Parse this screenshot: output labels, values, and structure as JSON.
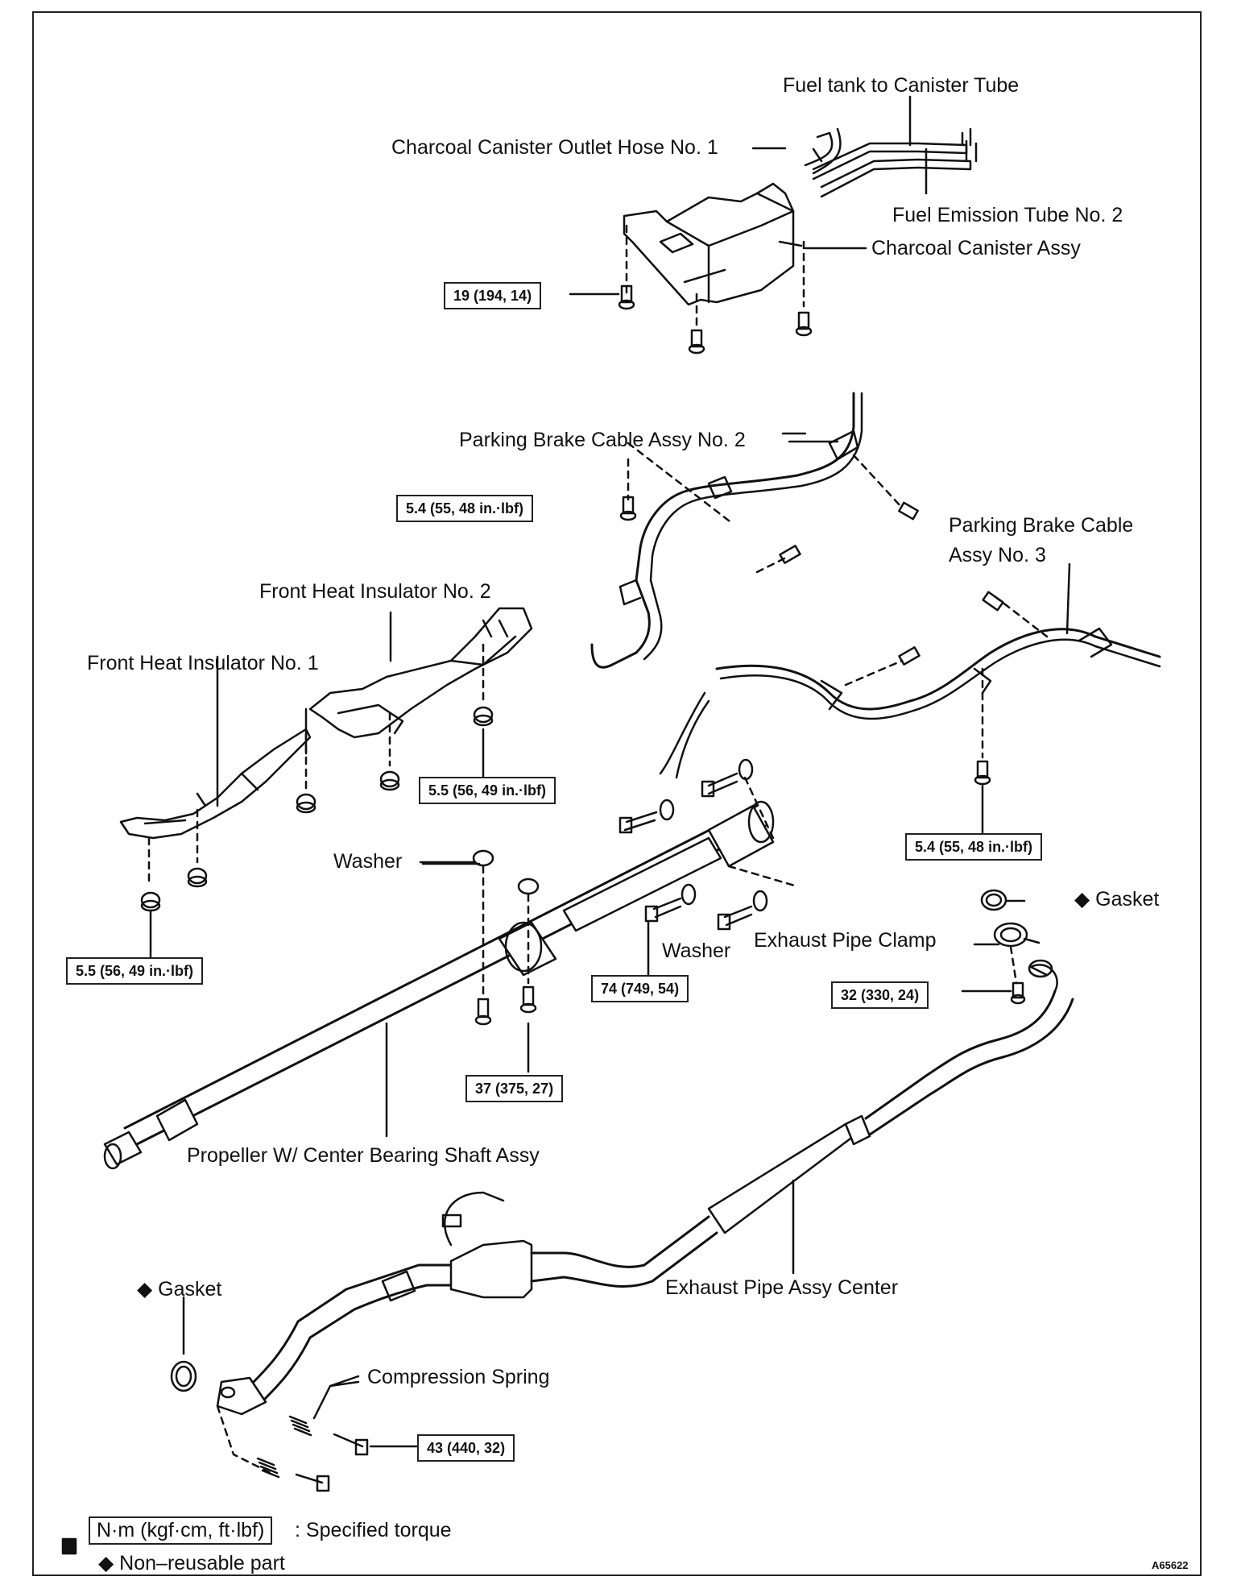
{
  "labels": {
    "fuel_tank_tube": "Fuel tank to Canister Tube",
    "outlet_hose": "Charcoal Canister Outlet Hose No. 1",
    "emission_tube": "Fuel Emission Tube No. 2",
    "canister_assy": "Charcoal Canister Assy",
    "brake_cable_2": "Parking Brake Cable Assy No. 2",
    "brake_cable_3_line1": "Parking Brake Cable",
    "brake_cable_3_line2": "Assy No. 3",
    "heat_insulator_2": "Front Heat Insulator No. 2",
    "heat_insulator_1": "Front Heat Insulator No. 1",
    "washer_1": "Washer",
    "washer_2": "Washer",
    "gasket_1": "◆ Gasket",
    "gasket_2": "◆ Gasket",
    "exhaust_clamp": "Exhaust Pipe Clamp",
    "propeller_shaft": "Propeller W/ Center Bearing Shaft Assy",
    "exhaust_center": "Exhaust Pipe Assy Center",
    "compression_spring": "Compression Spring"
  },
  "torques": {
    "canister_bolt": "19 (194, 14)",
    "brake2_bolt": "5.4 (55, 48 in.·lbf)",
    "brake3_bolt": "5.4 (55, 48 in.·lbf)",
    "insulator2_nut": "5.5 (56, 49 in.·lbf)",
    "insulator1_nut": "5.5 (56, 49 in.·lbf)",
    "flange_bolt": "74 (749, 54)",
    "clamp_bolt": "32 (330, 24)",
    "bearing_bolt": "37 (375, 27)",
    "spring_bolt": "43 (440, 32)"
  },
  "legend": {
    "unit_box": "N·m (kgf·cm, ft·lbf)",
    "unit_text": ": Specified torque",
    "non_reusable": "◆ Non–reusable part"
  },
  "figure_id": "A65622"
}
